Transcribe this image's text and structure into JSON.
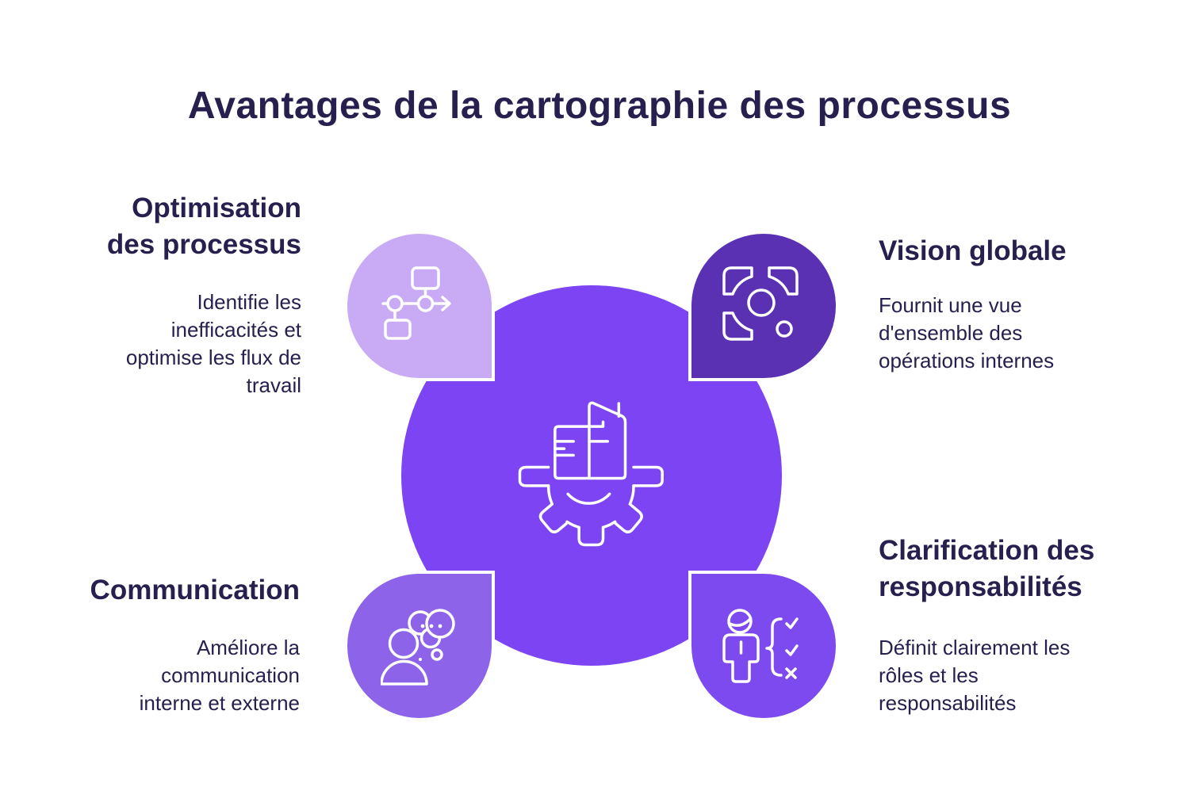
{
  "title": "Avantages de la cartographie des processus",
  "colors": {
    "text": "#27204e",
    "center_circle": "#7c44f2",
    "bubble_top_left": "#c8abf4",
    "bubble_top_right": "#5a31b2",
    "bubble_bottom_left": "#8d63e9",
    "bubble_bottom_right": "#7d4af0",
    "icon_stroke": "#ffffff"
  },
  "center": {
    "icon": "gear-with-map-icon"
  },
  "sections": {
    "top_left": {
      "heading": "Optimisation\ndes processus",
      "body": "Identifie les\ninefficacités et\noptimise les flux de\ntravail",
      "icon": "flowchart-icon"
    },
    "top_right": {
      "heading": "Vision globale",
      "body": "Fournit une vue\nd'ensemble des\nopérations internes",
      "icon": "focus-target-icon"
    },
    "bottom_left": {
      "heading": "Communication",
      "body": "Améliore la\ncommunication\ninterne et externe",
      "icon": "person-thought-bubble-icon"
    },
    "bottom_right": {
      "heading": "Clarification des\nresponsabilités",
      "body": "Définit clairement les\nrôles et les\nresponsabilités",
      "icon": "person-checklist-icon"
    }
  }
}
